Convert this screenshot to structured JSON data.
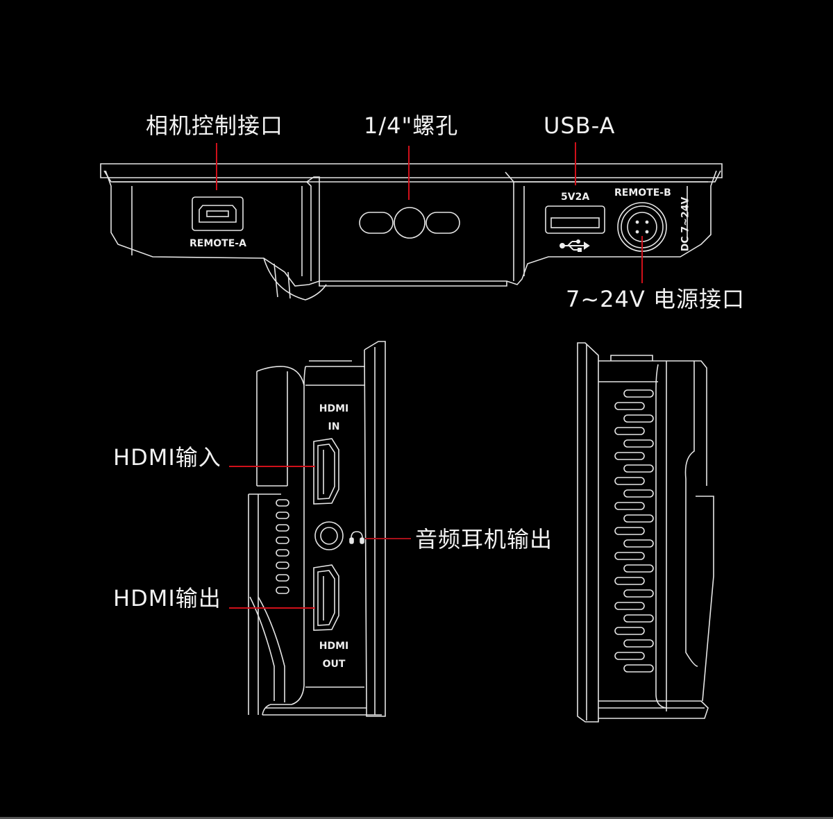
{
  "callouts": {
    "camera_control": "相机控制接口",
    "quarter_inch_screw": "1/4\"螺孔",
    "usb_a": "USB-A",
    "power_port": "7~24V 电源接口",
    "hdmi_in": "HDMI输入",
    "hdmi_out": "HDMI输出",
    "audio_out": "音频耳机输出"
  },
  "device_labels": {
    "remote_a": "REMOTE-A",
    "usb_rating": "5V2A",
    "remote_b": "REMOTE-B",
    "dc_rating": "DC 7~24V",
    "hdmi_in_line1": "HDMI",
    "hdmi_in_line2": "IN",
    "hdmi_out_line1": "HDMI",
    "hdmi_out_line2": "OUT"
  },
  "colors": {
    "background": "#000000",
    "outline": "#e8e8e8",
    "leader_line": "#d0101a",
    "text": "#f2f2f2"
  }
}
